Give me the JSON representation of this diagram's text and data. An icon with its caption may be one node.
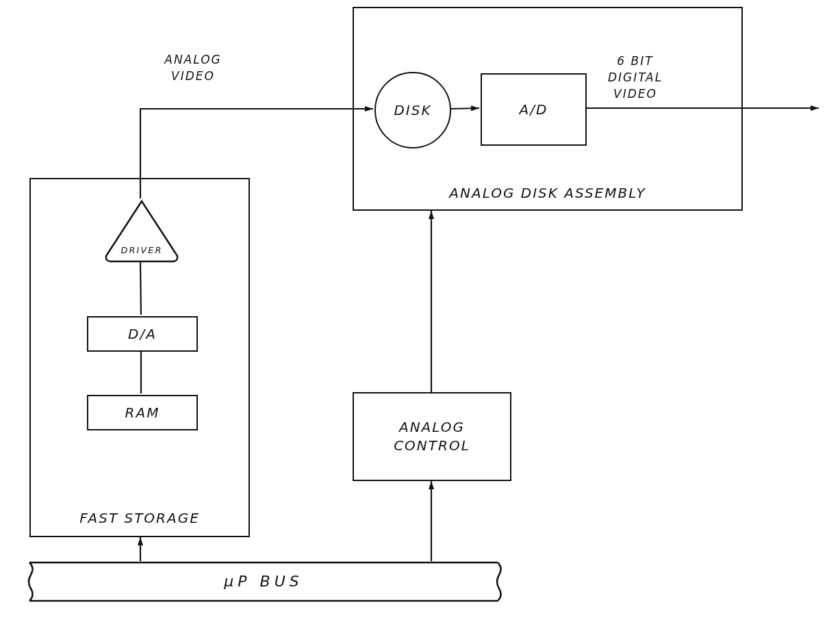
{
  "diagram": {
    "nodes": [
      {
        "text": [
          "FAST STORAGE"
        ]
      },
      {
        "text": [
          "DRIVER"
        ],
        "in": 0
      },
      {
        "text": [
          "D/A"
        ],
        "in": 0
      },
      {
        "text": [
          "RAM"
        ],
        "in": 0
      },
      {
        "text": [
          "ANALOG DISK ASSEMBLY"
        ]
      },
      {
        "text": [
          "DISK"
        ],
        "in": 4
      },
      {
        "text": [
          "A/D"
        ],
        "in": 4
      },
      {
        "text": [
          "ANALOG CONTROL"
        ]
      },
      {
        "text": [
          "μP BUS"
        ]
      }
    ],
    "edges": [
      {
        "from": 3,
        "to": 2,
        "arrow": "none"
      },
      {
        "from": 2,
        "to": 1,
        "arrow": "none"
      },
      {
        "from": 1,
        "to": 5,
        "arrow": "to",
        "label": "ANALOG VIDEO"
      },
      {
        "from": 5,
        "to": 6,
        "arrow": "to"
      },
      {
        "from": 6,
        "to": null,
        "arrow": "to",
        "label": "6 BIT DIGITAL VIDEO"
      },
      {
        "from": 8,
        "to": 0,
        "arrow": "to"
      },
      {
        "from": 8,
        "to": 7,
        "arrow": "to"
      },
      {
        "from": 7,
        "to": 4,
        "arrow": "to"
      }
    ]
  }
}
